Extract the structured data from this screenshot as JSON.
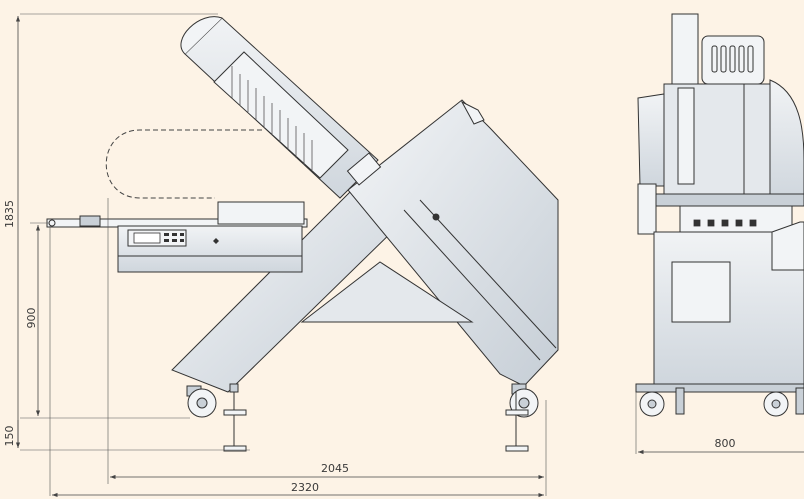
{
  "dimensions": {
    "total_height": "1835",
    "table_height": "900",
    "foot_height": "150",
    "body_length": "2045",
    "total_length": "2320",
    "width": "800"
  },
  "colors": {
    "background": "#fdf3e6",
    "machine": "#e4e8ec",
    "outline": "#333333"
  }
}
